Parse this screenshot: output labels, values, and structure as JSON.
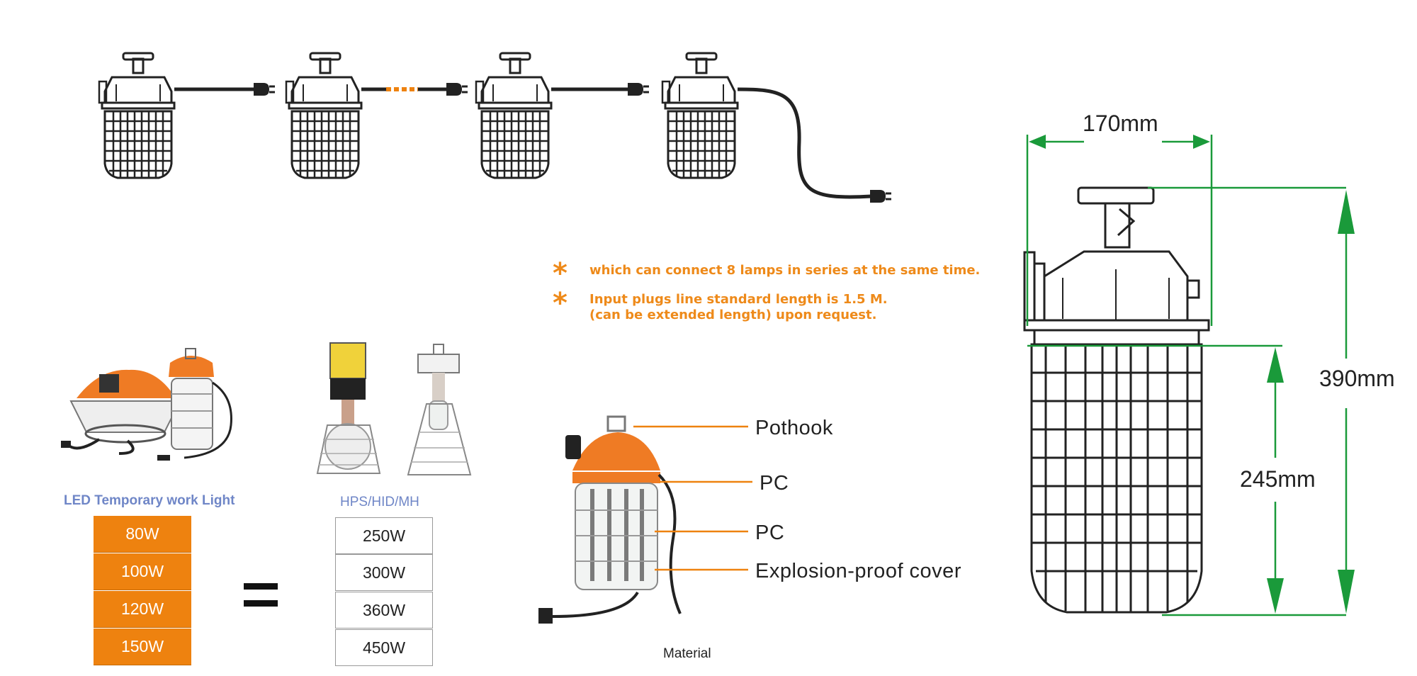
{
  "notes": [
    "which can connect 8 lamps in series at the same time.",
    "Input plugs line standard length is 1.5 M.",
    "(can be extended length) upon request."
  ],
  "led_caption": "LED Temporary work  Light",
  "hps_caption": "HPS/HID/MH",
  "led_watts": [
    "80W",
    "100W",
    "120W",
    "150W"
  ],
  "hps_watts": [
    "250W",
    "300W",
    "360W",
    "450W"
  ],
  "equals": "=",
  "parts": {
    "pothook": "Pothook",
    "pc_top": "PC",
    "pc_mid": "PC",
    "cover": "Explosion-proof cover"
  },
  "material": "Material",
  "dimensions": {
    "width": "170mm",
    "height": "390mm",
    "cage_height": "245mm"
  },
  "colors": {
    "accent_orange": "#ee820f",
    "dimension_green": "#1a9a3a",
    "caption_blue": "#6f86c7"
  }
}
